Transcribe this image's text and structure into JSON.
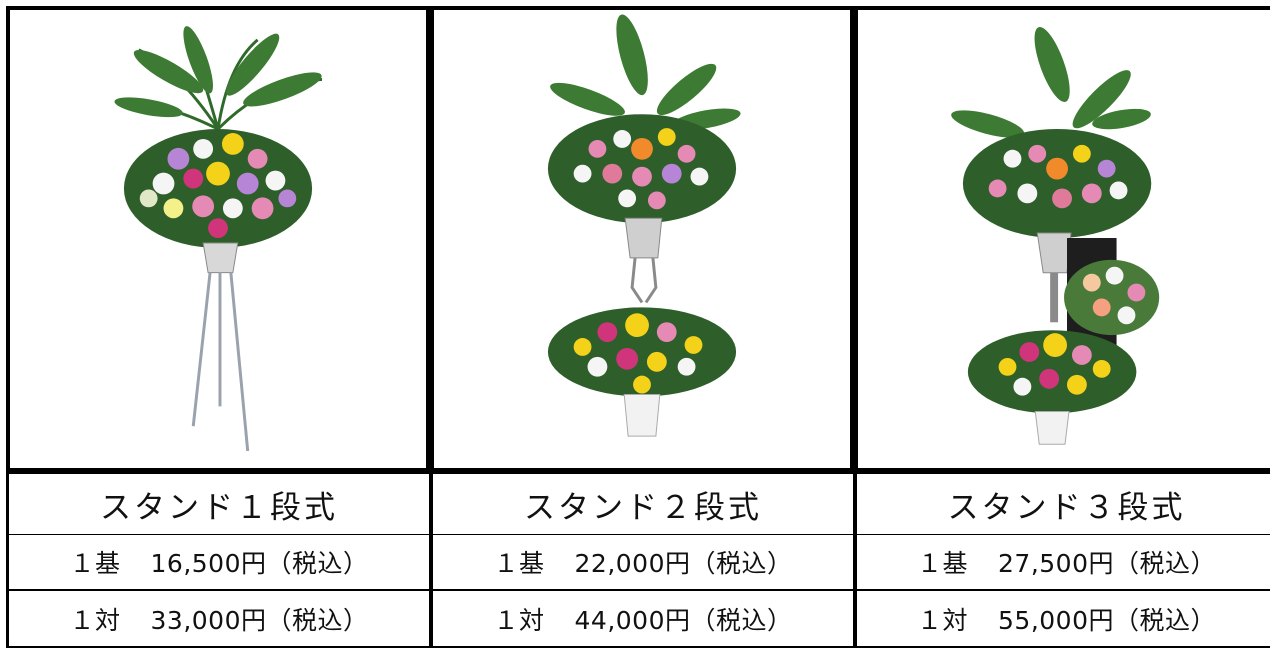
{
  "products": [
    {
      "name": "スタンド１段式",
      "price_single_unit": "１基",
      "price_single": "16,500円（税込）",
      "price_pair_unit": "１対",
      "price_pair": "33,000円（税込）",
      "image": "one-tier-funeral-flower-stand"
    },
    {
      "name": "スタンド２段式",
      "price_single_unit": "１基",
      "price_single": "22,000円（税込）",
      "price_pair_unit": "１対",
      "price_pair": "44,000円（税込）",
      "image": "two-tier-funeral-flower-stand"
    },
    {
      "name": "スタンド３段式",
      "price_single_unit": "１基",
      "price_single": "27,500円（税込）",
      "price_pair_unit": "１対",
      "price_pair": "55,000円（税込）",
      "image": "three-tier-funeral-flower-stand"
    }
  ],
  "colors": {
    "border": "#000000",
    "leaf": "#2f6a2a",
    "lily": "#f4d21a",
    "pink": "#e58ab4",
    "magenta": "#d0357c",
    "white_flower": "#f5f5f5",
    "purple": "#b785d6",
    "orange": "#f08a2a"
  }
}
